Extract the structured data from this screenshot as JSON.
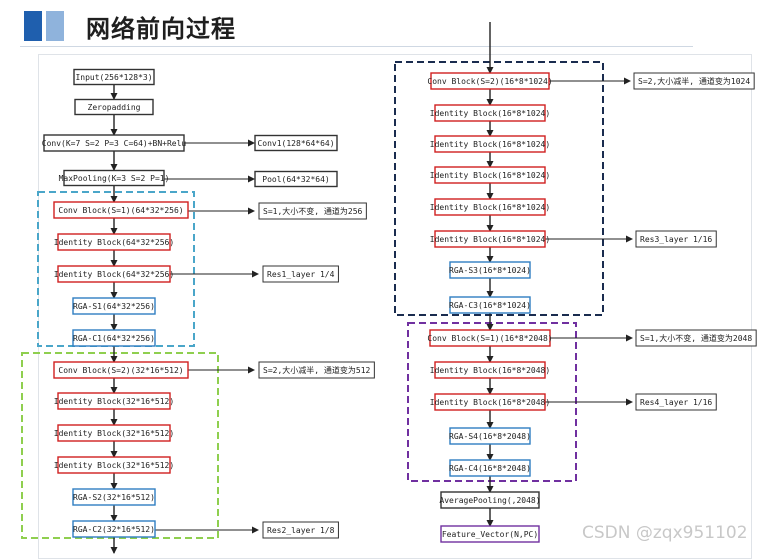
{
  "title": "网络前向过程",
  "watermark": "CSDN @zqx951102",
  "colors": {
    "accent_dark": "#1f5fae",
    "accent_light": "#8fb3dc",
    "plain": "#333333",
    "red": "#d02020",
    "blue": "#2f7ec1",
    "purple": "#7030a0",
    "cyan_group": "#4aa6c9",
    "green_group": "#8fcf4f",
    "navy_group": "#1a2c4f",
    "purple_group": "#7030a0"
  },
  "left": {
    "input": "Input(256*128*3)",
    "zeropad": "Zeropadding",
    "conv": "Conv(K=7 S=2 P=3 C=64)+BN+Relu",
    "conv_out": "Conv1(128*64*64)",
    "pool": "MaxPooling(K=3 S=2 P=1)",
    "pool_out": "Pool(64*32*64)",
    "l1_conv": "Conv Block(S=1)(64*32*256)",
    "l1_note": "S=1,大小不变, 通道为256",
    "l1_id1": "Identity Block(64*32*256)",
    "l1_id2": "Identity Block(64*32*256)",
    "l1_out": "Res1_layer 1/4",
    "l1_rgas": "RGA-S1(64*32*256)",
    "l1_rgac": "RGA-C1(64*32*256)",
    "l2_conv": "Conv Block(S=2)(32*16*512)",
    "l2_note": "S=2,大小减半, 通道变为512",
    "l2_id1": "Identity Block(32*16*512)",
    "l2_id2": "Identity Block(32*16*512)",
    "l2_id3": "Identity Block(32*16*512)",
    "l2_rgas": "RGA-S2(32*16*512)",
    "l2_rgac": "RGA-C2(32*16*512)",
    "l2_out": "Res2_layer 1/8"
  },
  "right": {
    "l3_conv": "Conv Block(S=2)(16*8*1024)",
    "l3_note": "S=2,大小减半, 通道变为1024",
    "l3_id1": "Identity Block(16*8*1024)",
    "l3_id2": "Identity Block(16*8*1024)",
    "l3_id3": "Identity Block(16*8*1024)",
    "l3_id4": "Identity Block(16*8*1024)",
    "l3_id5": "Identity Block(16*8*1024)",
    "l3_out": "Res3_layer 1/16",
    "l3_rgas": "RGA-S3(16*8*1024)",
    "l3_rgac": "RGA-C3(16*8*1024)",
    "l4_conv": "Conv Block(S=1)(16*8*2048)",
    "l4_note": "S=1,大小不变, 通道变为2048",
    "l4_id1": "Identity Block(16*8*2048)",
    "l4_id2": "Identity Block(16*8*2048)",
    "l4_out": "Res4_layer 1/16",
    "l4_rgas": "RGA-S4(16*8*2048)",
    "l4_rgac": "RGA-C4(16*8*2048)",
    "avgpool": "AveragePooling(,2048)",
    "feature": "Feature_Vector(N,PC)"
  }
}
